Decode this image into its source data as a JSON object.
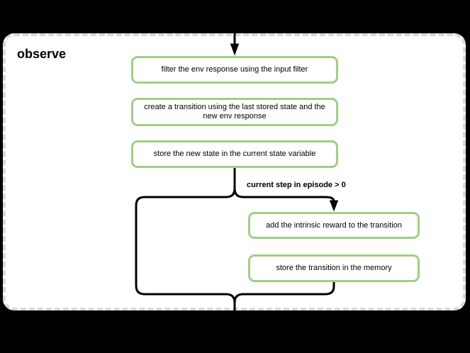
{
  "page": {
    "background_color": "#000000"
  },
  "container": {
    "title": "observe",
    "border_color": "#d9d9d9",
    "background_color": "#ffffff"
  },
  "flow": {
    "node_border_color": "#9fce85",
    "connector_color": "#000000",
    "condition_label": "current step in episode > 0",
    "steps": [
      {
        "label": "filter the env response using the input filter"
      },
      {
        "label": "create a transition using the last stored state and the new env response"
      },
      {
        "label": "store the new state in the current state variable"
      },
      {
        "label": "add the intrinsic reward to the transition"
      },
      {
        "label": "store the transition in the memory"
      }
    ]
  }
}
